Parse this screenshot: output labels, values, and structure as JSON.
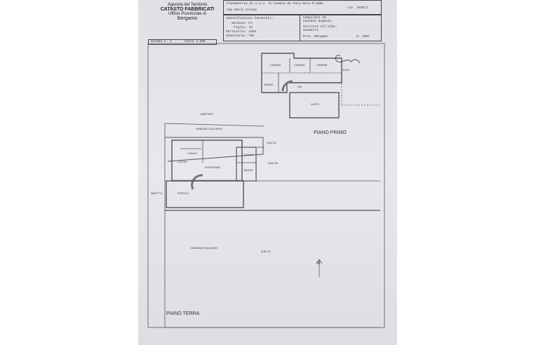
{
  "header": {
    "agency_line1": "Agenzia del Territorio",
    "agency_line2": "CATASTO FABBRICATI",
    "agency_line3": "Ufficio Provinciale di",
    "agency_line4": "Bergamo",
    "plan_title": "Planimetria di u.i.u. in Comune di Fara Gera D'adda",
    "address": "Via Abele Crespi",
    "civ": "civ. 2628/1",
    "identifiers_label": "Identificativi Catastali:",
    "sezione": "Sezione: FA",
    "foglio": "Foglio: 12",
    "particella": "Particella: 2204",
    "subalterno": "Subalterno: 702",
    "compilata_label": "Compilata da:",
    "compilata_name": "Cassani Eugenio",
    "iscritto_label": "Iscritto all'albo:",
    "iscritto_value": "Geometri",
    "prov": "Prov. Bergamo",
    "numero": "N. 3307",
    "scheda": "Scheda n. 1",
    "scala": "Scala 1:200"
  },
  "first_floor": {
    "title": "PIANO PRIMO",
    "rooms": [
      "CAMERA",
      "CAMERA",
      "CAMERA",
      "BAGNO",
      "DIS",
      "VUOTO",
      "SUB.4"
    ]
  },
  "ground_floor": {
    "title": "PIANO TERRA",
    "rooms": [
      "GIARDINO ESCLUSIVO",
      "CUCINA",
      "LOCALE",
      "SOGGIORNO",
      "STUDIO",
      "BAGNO",
      "PORTICO",
      "GIARDINO ESCLUSIVO"
    ],
    "neighbors": [
      "MAPP.3307",
      "MAPP.774",
      "SUB.701",
      "SUB.703",
      "SUB.701"
    ]
  },
  "north_label": "N"
}
